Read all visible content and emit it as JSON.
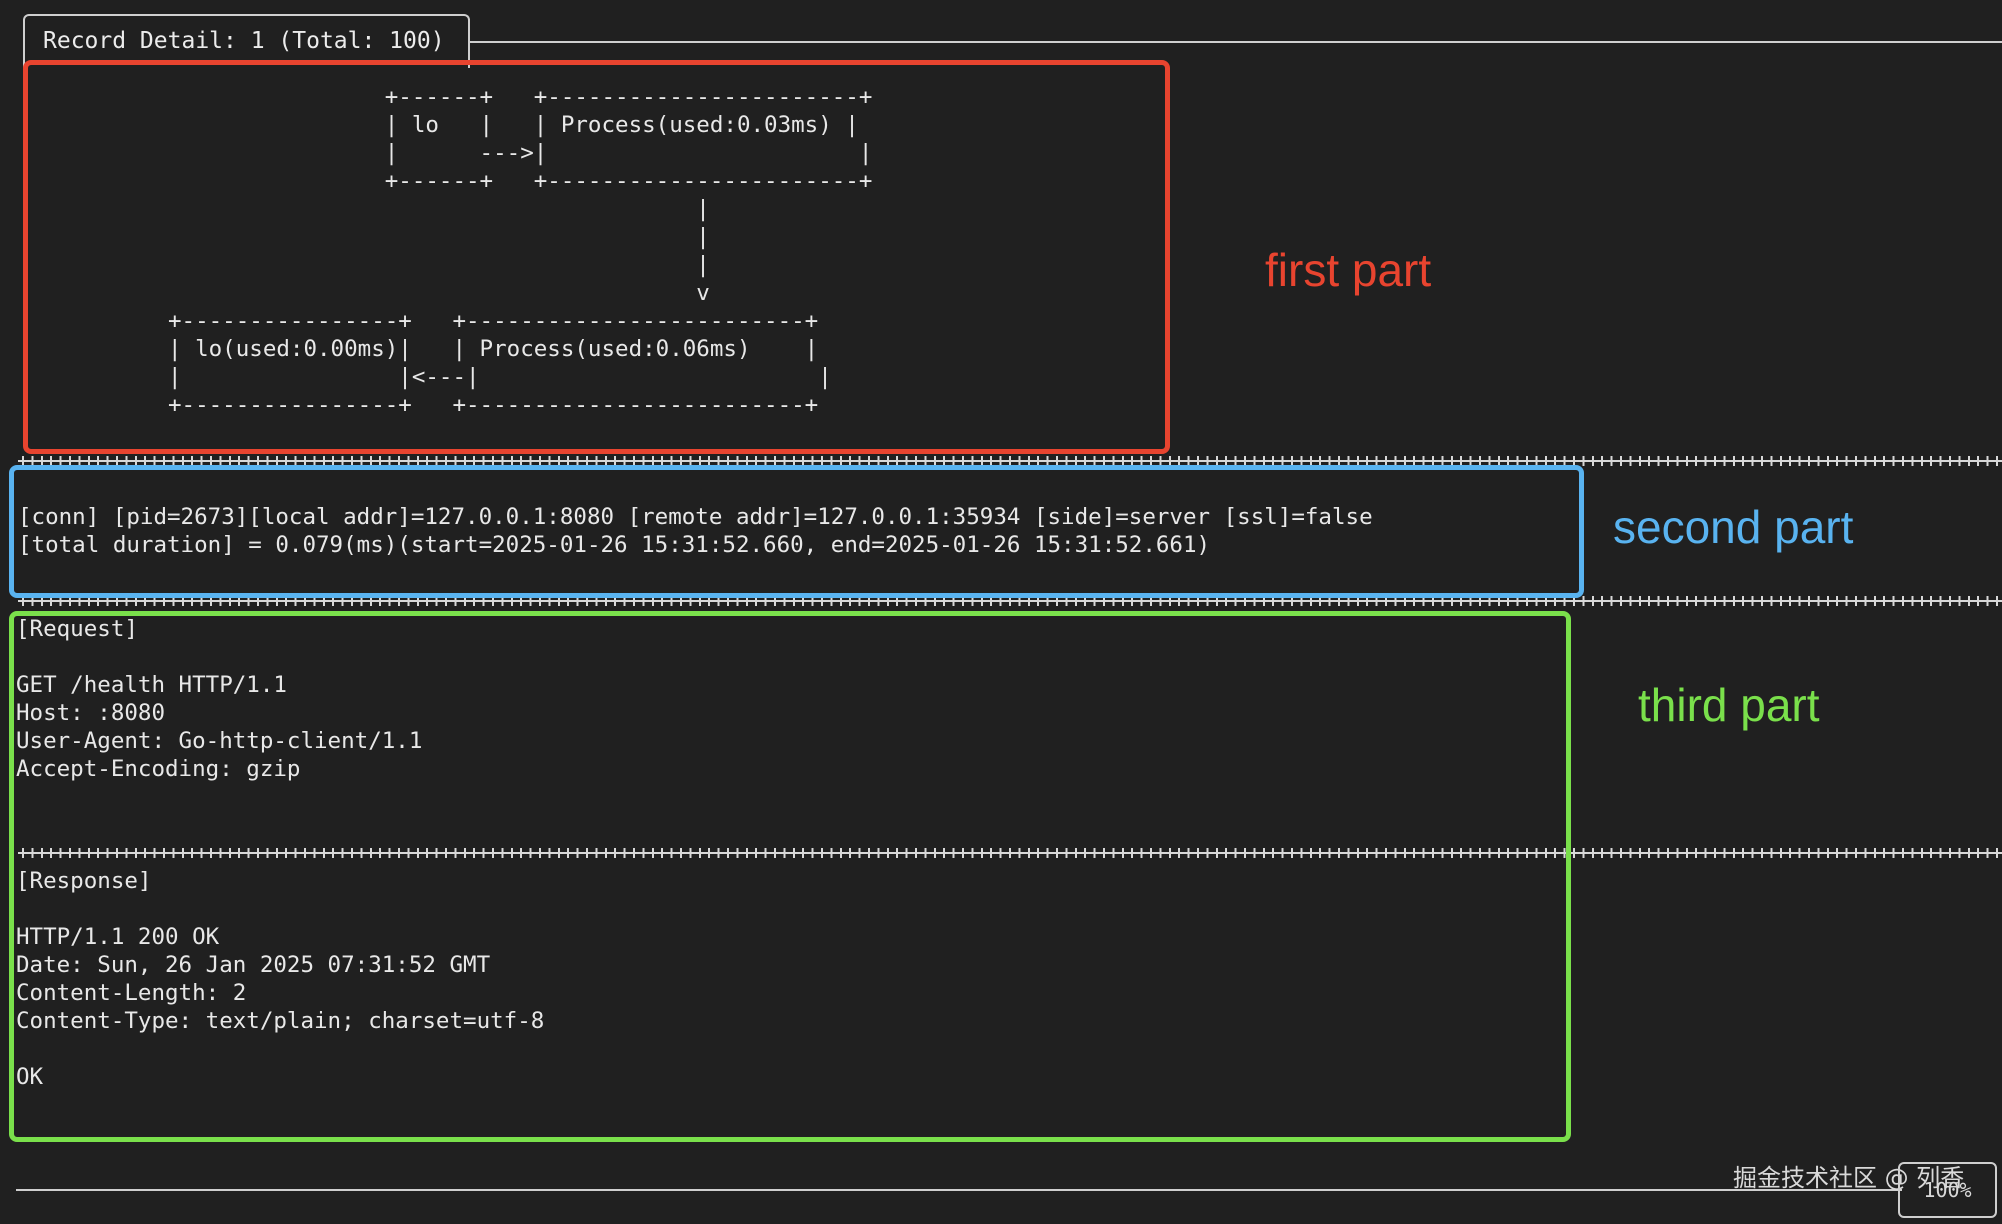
{
  "title": "Record Detail: 1 (Total: 100)",
  "flow_ascii": [
    "                +------+   +-----------------------+",
    "                | lo   |   | Process(used:0.03ms) |",
    "                |      --->|                       |",
    "                +------+   +-----------------------+",
    "                                       |",
    "                                       |",
    "                                       |",
    "                                       v",
    "+----------------+   +-------------------------+",
    "| lo(used:0.00ms)|   | Process(used:0.06ms)    |",
    "|                |<---|                         |",
    "+----------------+   +-------------------------+"
  ],
  "conn_text": "[conn] [pid=2673][local addr]=127.0.0.1:8080 [remote addr]=127.0.0.1:35934 [side]=server [ssl]=false\n[total duration] = 0.079(ms)(start=2025-01-26 15:31:52.660, end=2025-01-26 15:31:52.661)",
  "request_text": "[Request]\n\nGET /health HTTP/1.1\nHost: :8080\nUser-Agent: Go-http-client/1.1\nAccept-Encoding: gzip",
  "response_text": "[Response]\n\nHTTP/1.1 200 OK\nDate: Sun, 26 Jan 2025 07:31:52 GMT\nContent-Length: 2\nContent-Type: text/plain; charset=utf-8\n\nOK",
  "annotations": {
    "first": "first part",
    "second": "second part",
    "third": "third part",
    "first_color": "#e8442f",
    "second_color": "#59b3f0",
    "third_color": "#7ae04b"
  },
  "watermark": "掘金技术社区 @ 列香",
  "zoom": "100%"
}
